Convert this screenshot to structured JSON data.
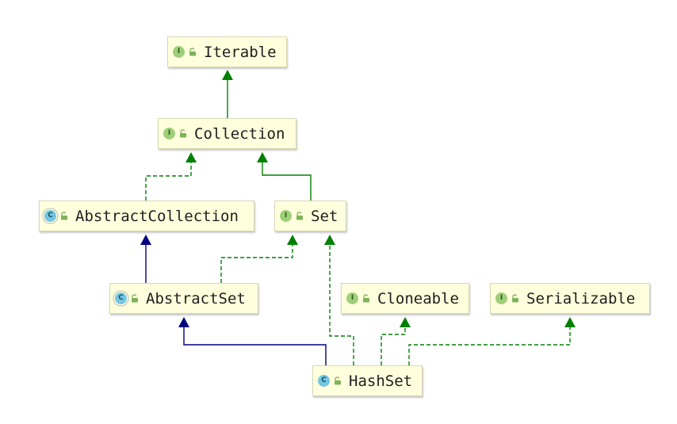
{
  "diagram": {
    "nodes": [
      {
        "id": "iterable",
        "label": "Iterable",
        "kind": "interface",
        "badge": "I"
      },
      {
        "id": "collection",
        "label": "Collection",
        "kind": "interface",
        "badge": "I"
      },
      {
        "id": "abstract-collection",
        "label": "AbstractCollection",
        "kind": "abstract-class",
        "badge": "C"
      },
      {
        "id": "set",
        "label": "Set",
        "kind": "interface",
        "badge": "I"
      },
      {
        "id": "abstract-set",
        "label": "AbstractSet",
        "kind": "abstract-class",
        "badge": "C"
      },
      {
        "id": "cloneable",
        "label": "Cloneable",
        "kind": "interface",
        "badge": "I"
      },
      {
        "id": "serializable",
        "label": "Serializable",
        "kind": "interface",
        "badge": "I"
      },
      {
        "id": "hashset",
        "label": "HashSet",
        "kind": "class",
        "badge": "C"
      }
    ],
    "edges": [
      {
        "from": "collection",
        "to": "iterable",
        "type": "extends-interface"
      },
      {
        "from": "abstract-collection",
        "to": "collection",
        "type": "implements"
      },
      {
        "from": "set",
        "to": "collection",
        "type": "extends-interface"
      },
      {
        "from": "abstract-set",
        "to": "abstract-collection",
        "type": "extends-class"
      },
      {
        "from": "abstract-set",
        "to": "set",
        "type": "implements"
      },
      {
        "from": "hashset",
        "to": "abstract-set",
        "type": "extends-class"
      },
      {
        "from": "hashset",
        "to": "set",
        "type": "implements"
      },
      {
        "from": "hashset",
        "to": "cloneable",
        "type": "implements"
      },
      {
        "from": "hashset",
        "to": "serializable",
        "type": "implements"
      }
    ],
    "colors": {
      "node_fill": "#ffffdd",
      "node_border": "#d7d7b4",
      "interface_arrow": "#008000",
      "class_arrow": "#000080",
      "interface_badge": "#9fcf7a",
      "class_badge": "#74c6e3",
      "lock_icon": "#7fb25a"
    }
  }
}
